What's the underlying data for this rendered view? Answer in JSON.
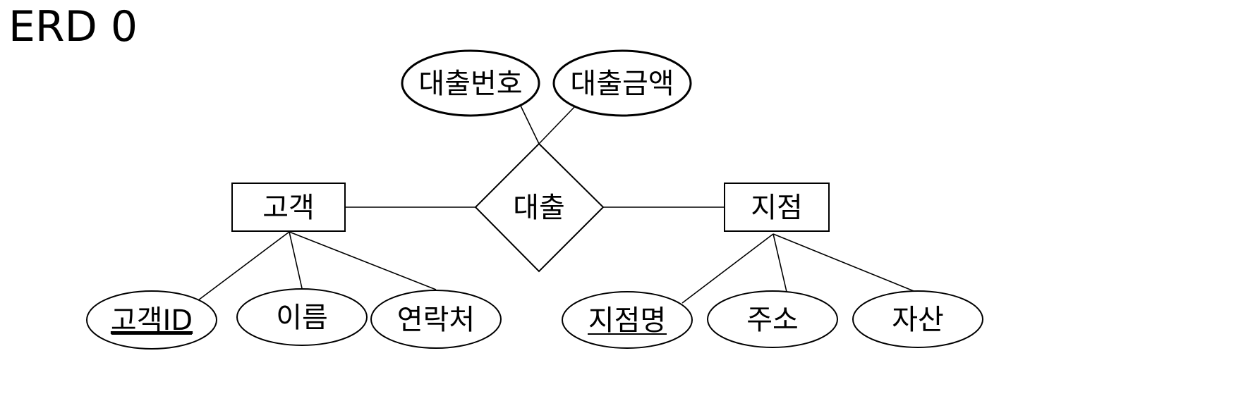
{
  "title": "ERD 0",
  "entities": {
    "customer": "고객",
    "branch": "지점"
  },
  "relationship": {
    "loan": "대출"
  },
  "attributes": {
    "loan_number": "대출번호",
    "loan_amount": "대출금액",
    "customer_id": "고객ID",
    "name": "이름",
    "contact": "연락처",
    "branch_name": "지점명",
    "address": "주소",
    "assets": "자산"
  },
  "colors": {
    "line": "#000000",
    "fill": "#ffffff"
  }
}
